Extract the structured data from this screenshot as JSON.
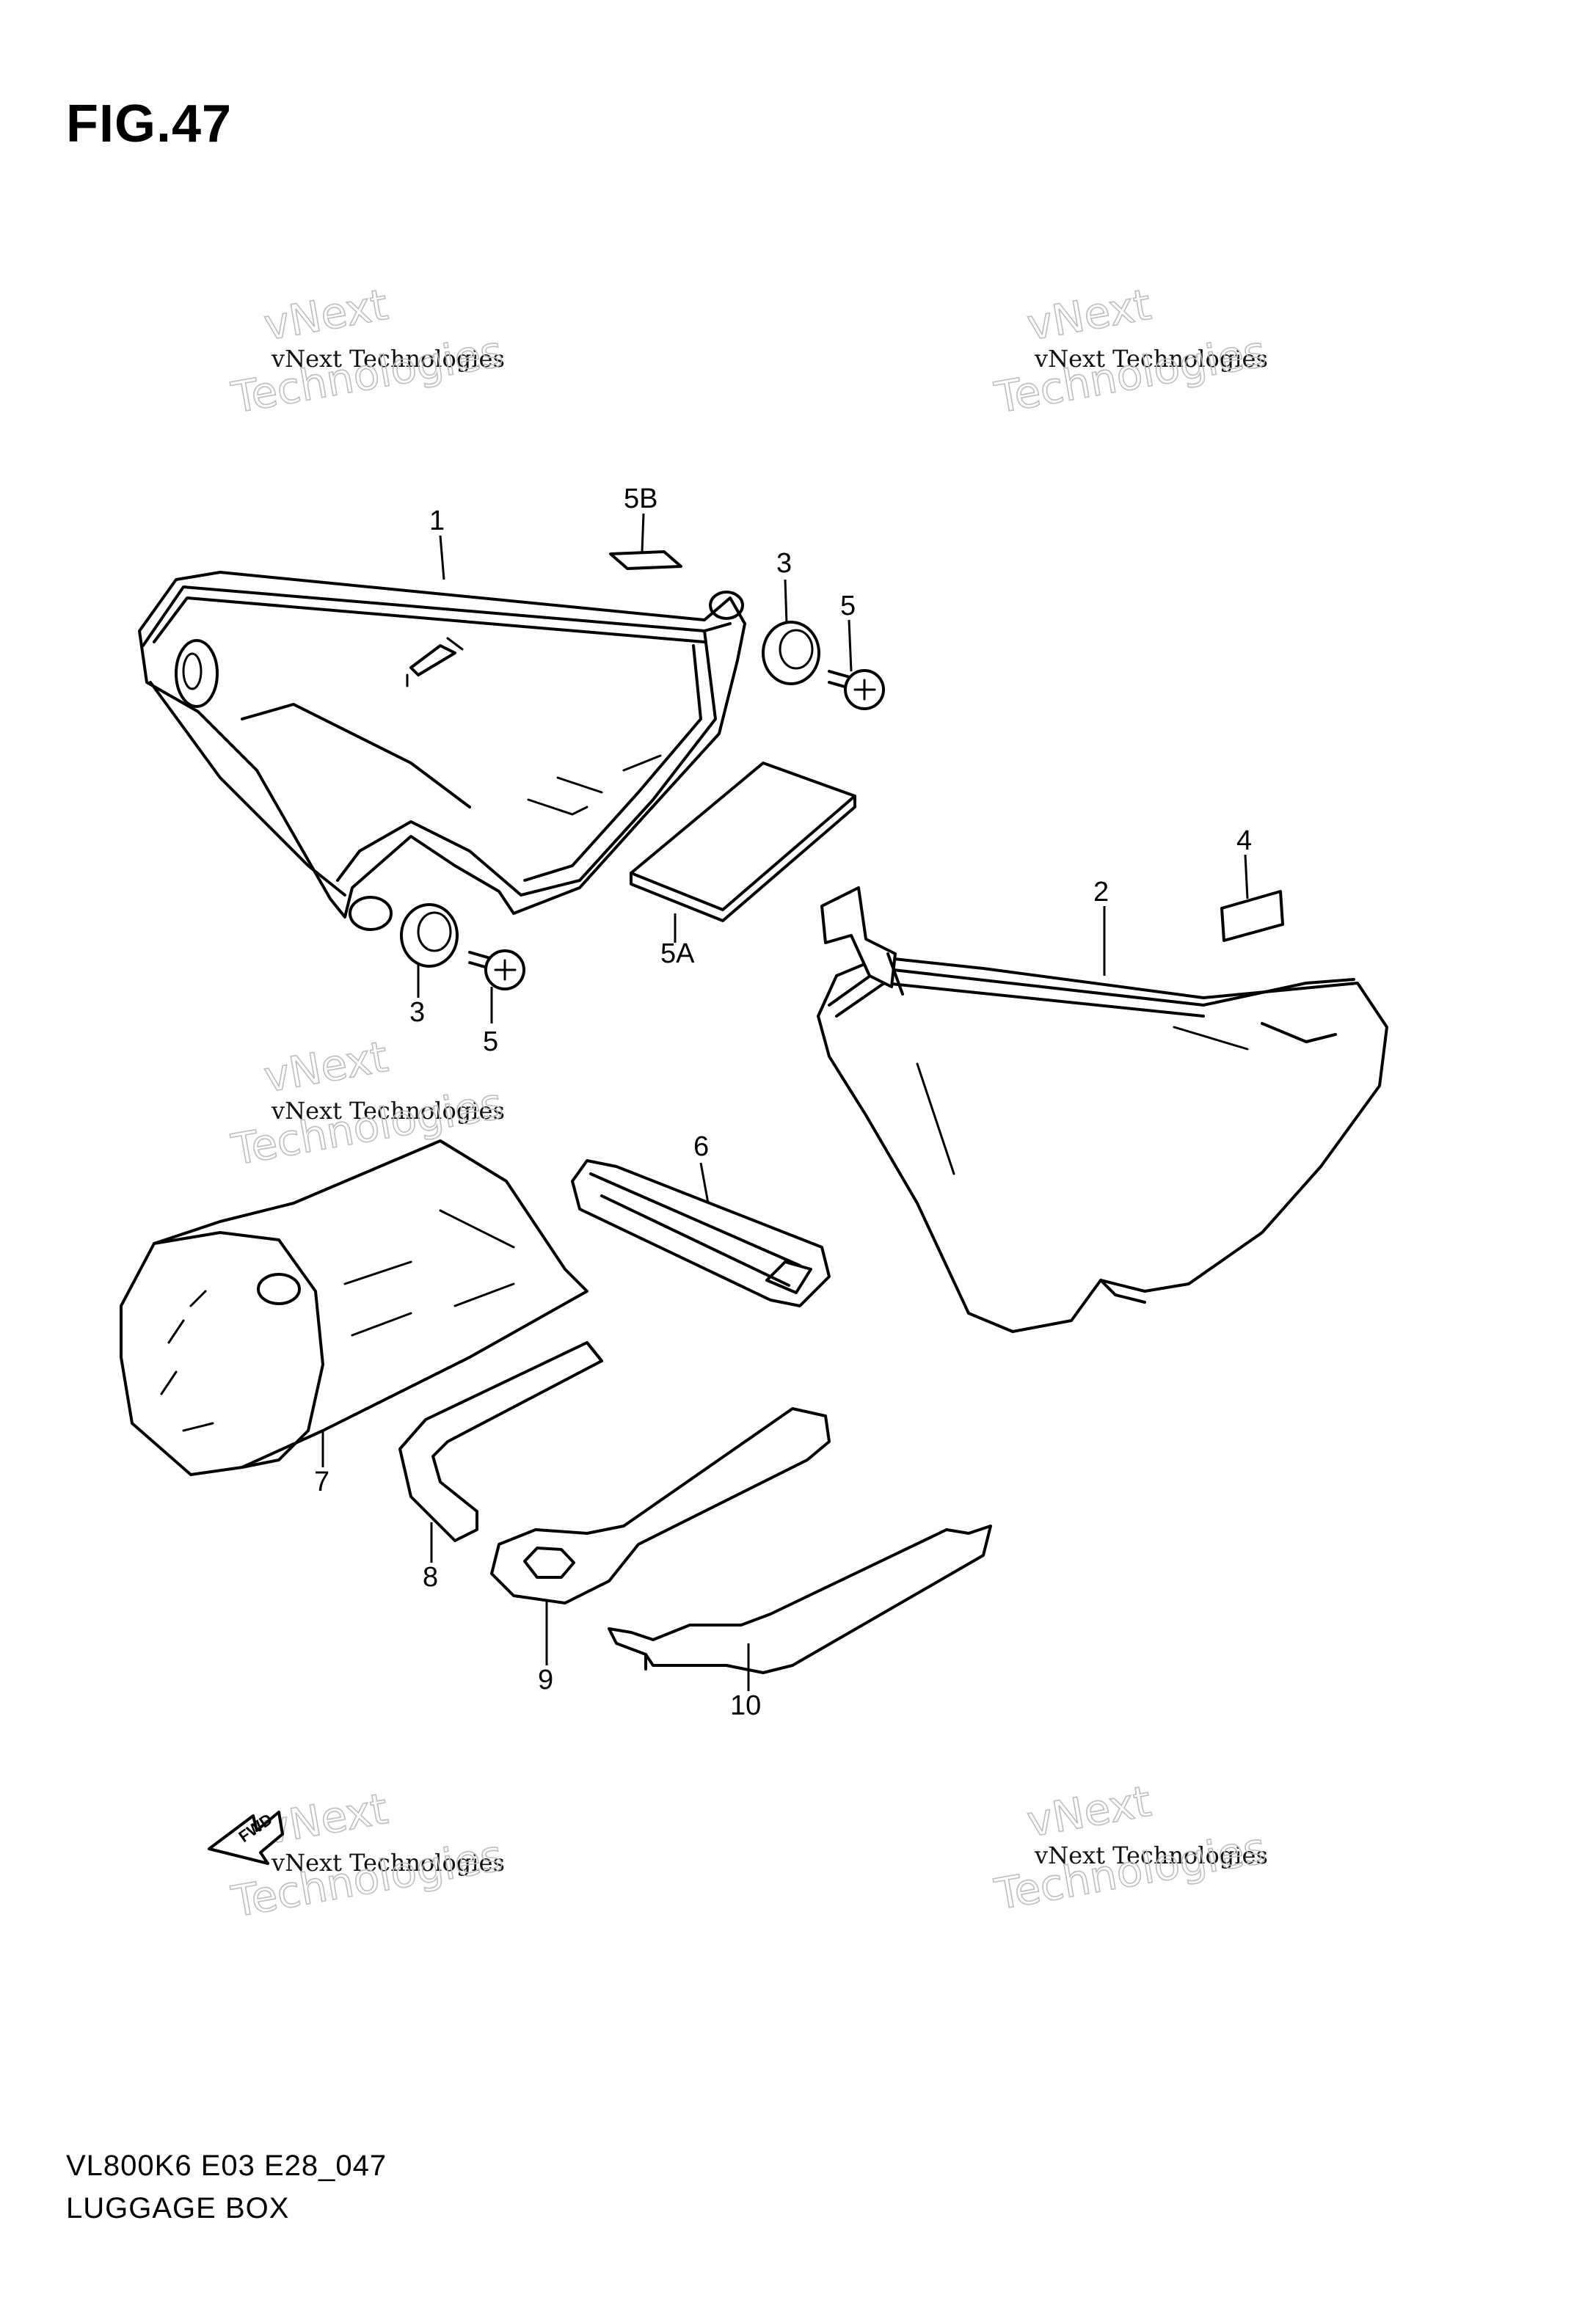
{
  "figure": {
    "title": "FIG.47"
  },
  "footer": {
    "model_code": "VL800K6 E03 E28_047",
    "section_name": "LUGGAGE BOX"
  },
  "watermark": {
    "line_small": "vNext Technologies",
    "line_big_1": "vNext",
    "line_big_2": "Technologies"
  },
  "fwd_label": "FWD",
  "callouts": [
    "1",
    "5B",
    "3",
    "5",
    "2",
    "4",
    "5A",
    "3",
    "5",
    "6",
    "7",
    "8",
    "9",
    "10"
  ]
}
